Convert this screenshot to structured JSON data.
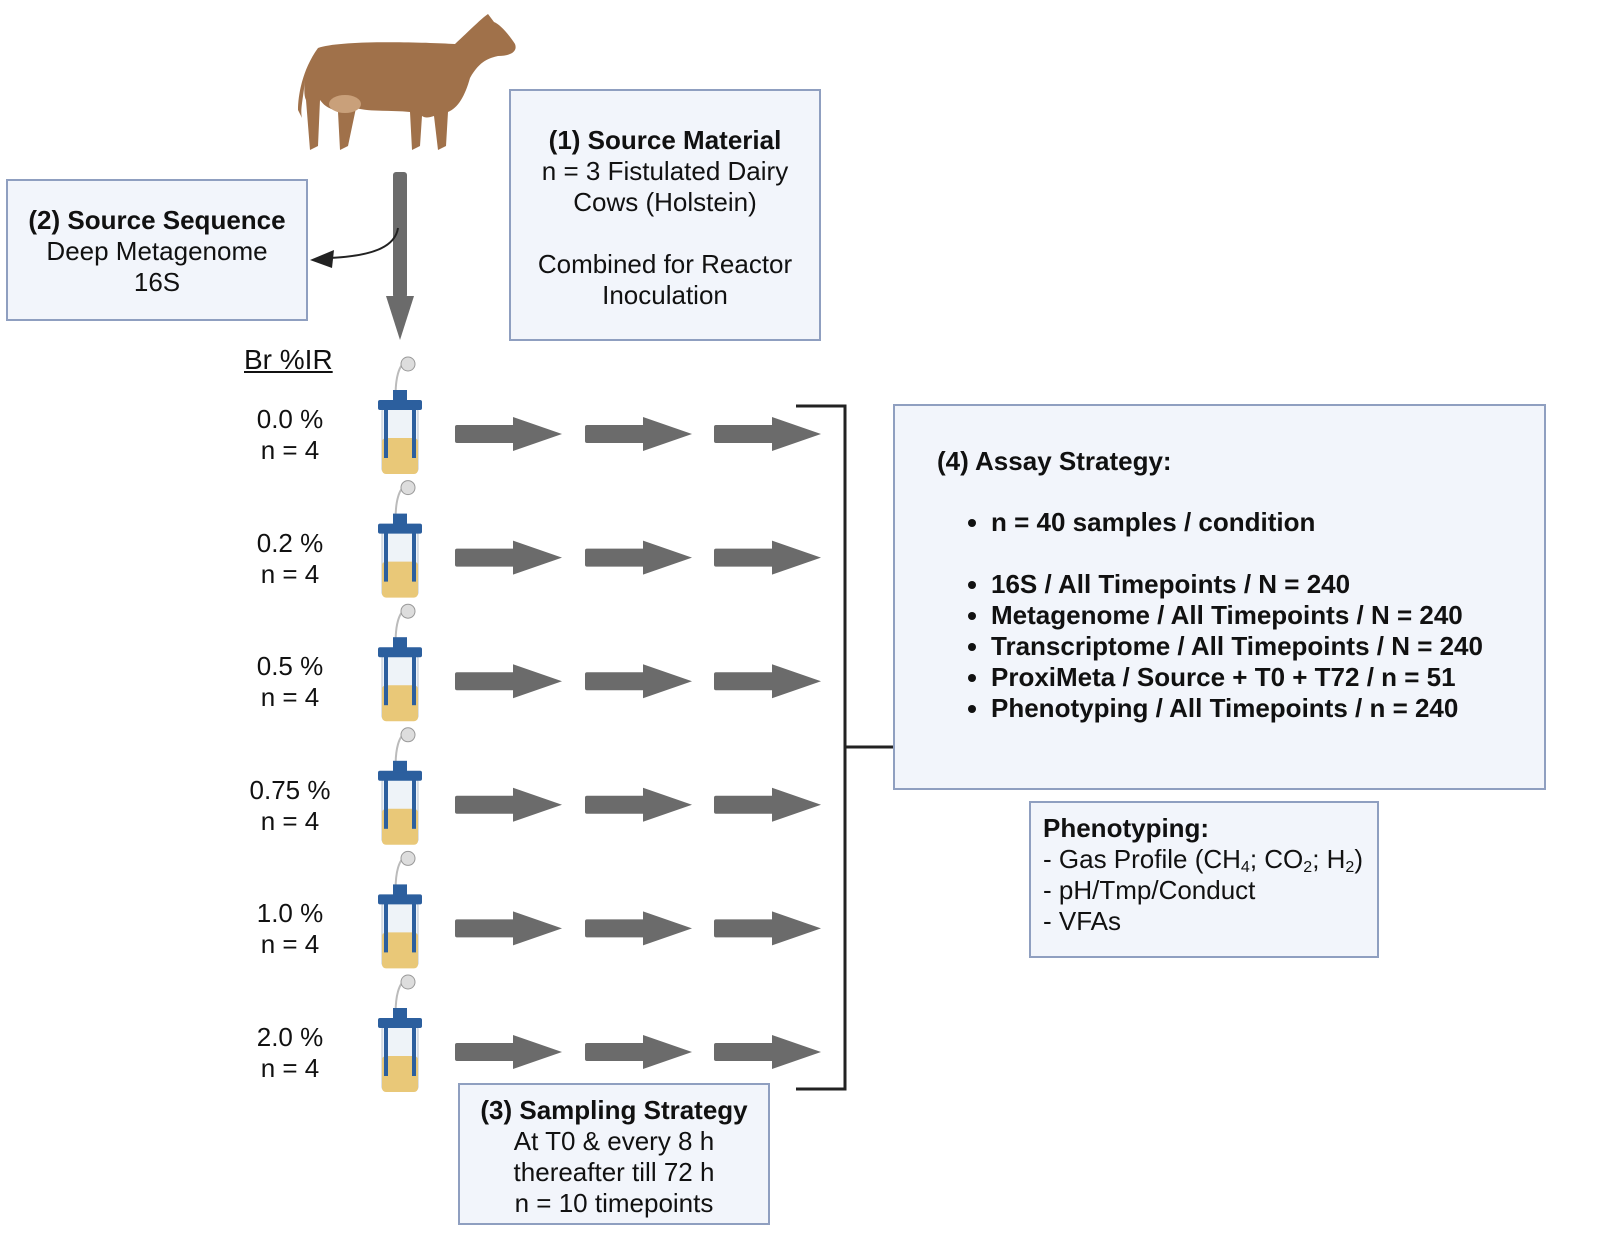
{
  "source_material": {
    "title": "(1) Source Material",
    "lines": [
      "n = 3 Fistulated Dairy",
      "Cows (Holstein)",
      "",
      "Combined for Reactor",
      "Inoculation"
    ]
  },
  "source_sequence": {
    "title": "(2) Source Sequence",
    "lines": [
      "Deep Metagenome",
      "16S"
    ]
  },
  "reactor_header": "Br %IR",
  "conditions": [
    {
      "pct": "0.0 %",
      "n": "n = 4"
    },
    {
      "pct": "0.2 %",
      "n": "n = 4"
    },
    {
      "pct": "0.5 %",
      "n": "n = 4"
    },
    {
      "pct": "0.75 %",
      "n": "n = 4"
    },
    {
      "pct": "1.0 %",
      "n": "n = 4"
    },
    {
      "pct": "2.0 %",
      "n": "n = 4"
    }
  ],
  "sampling_strategy": {
    "title": "(3) Sampling Strategy",
    "lines": [
      "At T0 & every 8 h",
      "thereafter till 72 h",
      "n = 10 timepoints"
    ]
  },
  "assay_strategy": {
    "title": "(4) Assay Strategy:",
    "summary": "n = 40 samples / condition",
    "items": [
      "16S / All Timepoints / N = 240",
      "Metagenome / All Timepoints /  N = 240",
      "Transcriptome / All Timepoints / N = 240",
      "ProxiMeta / Source + T0 + T72 / n = 51",
      "Phenotyping / All Timepoints / n = 240"
    ]
  },
  "phenotyping": {
    "title": "Phenotyping:",
    "gas_prefix": "- Gas Profile (CH",
    "gas_sub1": "4",
    "gas_mid1": "; CO",
    "gas_sub2": "2",
    "gas_mid2": "; H",
    "gas_sub3": "2",
    "gas_end": ")",
    "lines": [
      "- pH/Tmp/Conduct",
      "- VFAs"
    ]
  },
  "colors": {
    "box_fill": "#f2f5fb",
    "box_border": "#8f9fc0",
    "arrow": "#6b6b6b",
    "cow": "#a0714a",
    "reactor_cap": "#2c5f9e",
    "reactor_liquid": "#e9c878"
  }
}
